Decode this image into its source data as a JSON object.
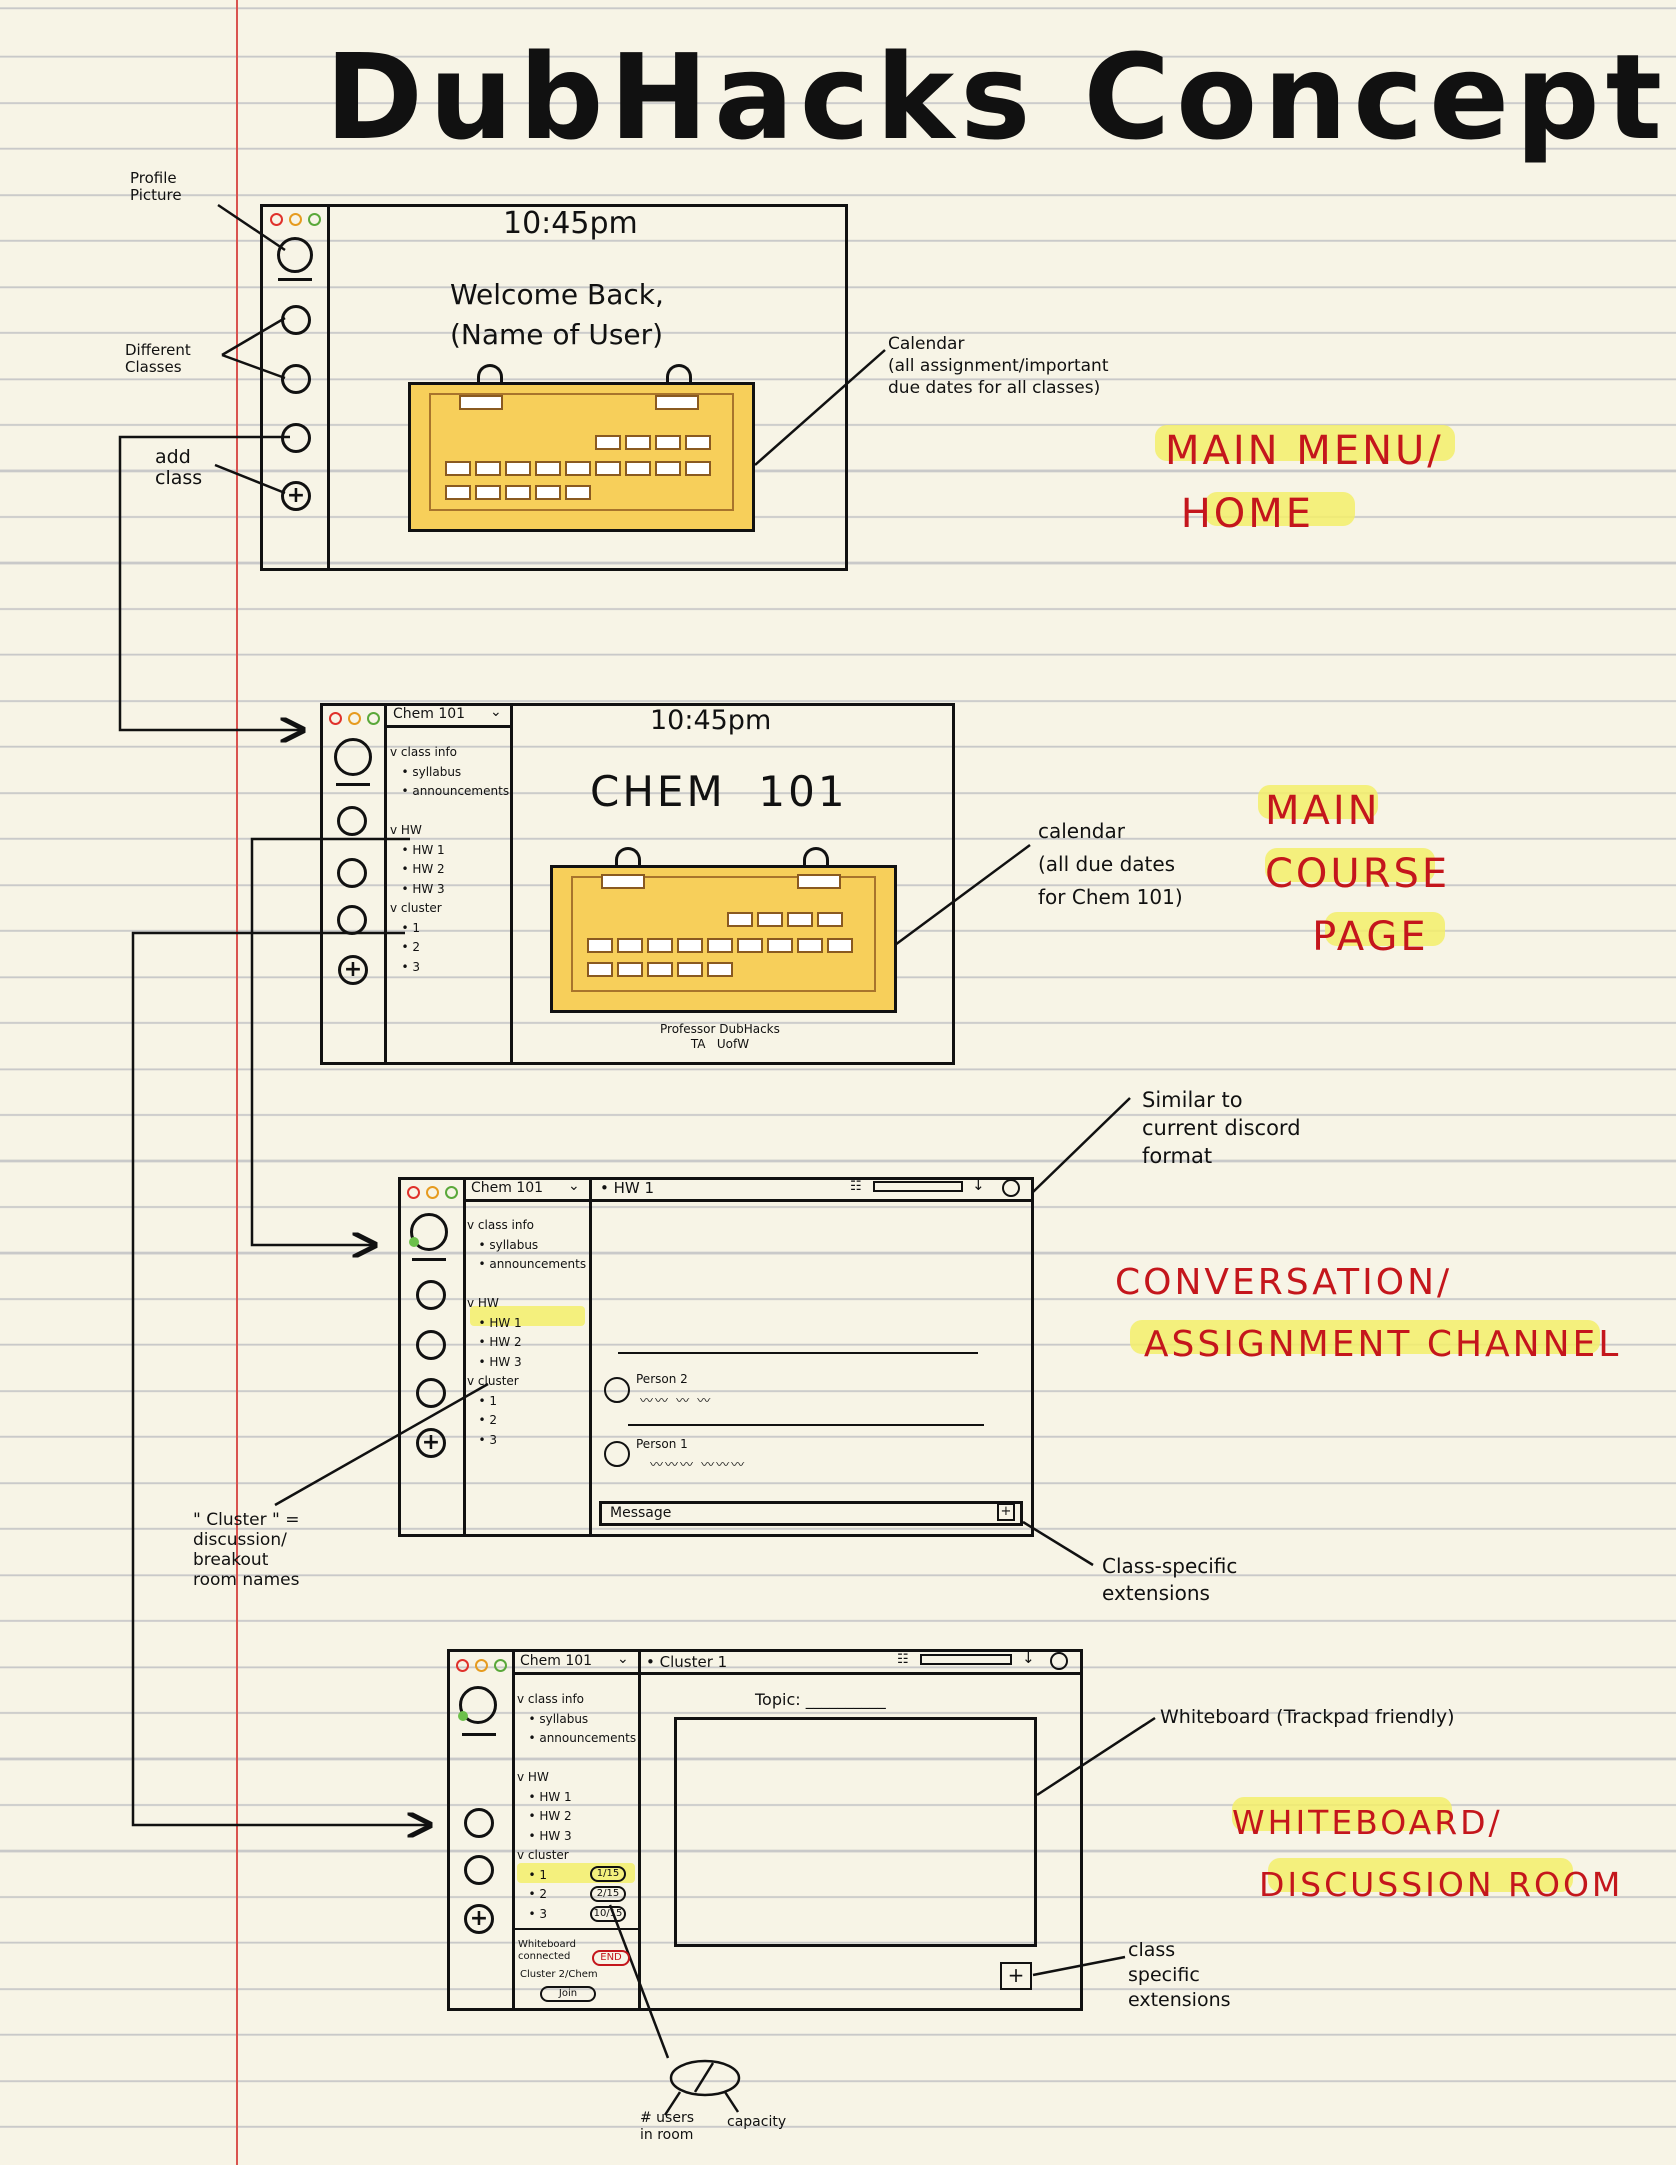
{
  "title": "DubHacks Concept",
  "annotations": {
    "profile_picture": "Profile\nPicture",
    "different_classes": "Different\nClasses",
    "add_class": "add\nclass",
    "calendar_main": "Calendar\n(all assignment/important\ndue dates for all classes)",
    "calendar_course": "calendar\n(all due dates\nfor Chem 101)",
    "discord": "Similar to\ncurrent discord\nformat",
    "cluster_note": "\" Cluster \" =\ndiscussion/\nbreakout\nroom names",
    "class_ext_1": "Class-specific\nextensions",
    "whiteboard_note": "Whiteboard (Trackpad friendly)",
    "class_ext_2": "class\nspecific\nextensions",
    "users_in_room": "# users\nin room",
    "capacity": "capacity"
  },
  "section_labels": {
    "main_menu": "MAIN MENU/\n HOME",
    "course_page": "MAIN\nCOURSE\n   PAGE",
    "conversation": "CONVERSATION/\n  ASSIGNMENT CHANNEL",
    "whiteboard": "WHITEBOARD/\n  DISCUSSION ROOM"
  },
  "screen1": {
    "time": "10:45pm",
    "welcome": "Welcome Back,\n(Name of User)"
  },
  "screen2": {
    "class_select": "Chem 101",
    "time": "10:45pm",
    "heading": "CHEM  101",
    "footer": "Professor DubHacks\nTA   UofW",
    "sidebar": "v class info\n   • syllabus\n   • announcements\n\nv HW\n   • HW 1\n   • HW 2\n   • HW 3\nv cluster\n   • 1\n   • 2\n   • 3"
  },
  "screen3": {
    "class_select": "Chem 101",
    "channel": "• HW 1",
    "sidebar": "v class info\n   • syllabus\n   • announcements\n\nv HW\n   • HW 1\n   • HW 2\n   • HW 3\nv cluster\n   • 1\n   • 2\n   • 3",
    "person2": "Person 2",
    "person1": "Person 1",
    "message_placeholder": "Message"
  },
  "screen4": {
    "class_select": "Chem 101",
    "channel": "• Cluster 1",
    "topic": "Topic: __________",
    "sidebar": "v class info\n   • syllabus\n   • announcements\n\nv HW\n   • HW 1\n   • HW 2\n   • HW 3\nv cluster\n   • 1\n   • 2\n   • 3",
    "badges": [
      "1/15",
      "2/15",
      "10/15"
    ],
    "connected": "Whiteboard\nconnected",
    "end_button": "END",
    "cluster_chem": "Cluster 2/Chem",
    "join_button": "Join"
  },
  "colors": {
    "accent_red": "#c4161c",
    "highlight": "#f3ee6a",
    "calendar": "#f7cf5a"
  }
}
